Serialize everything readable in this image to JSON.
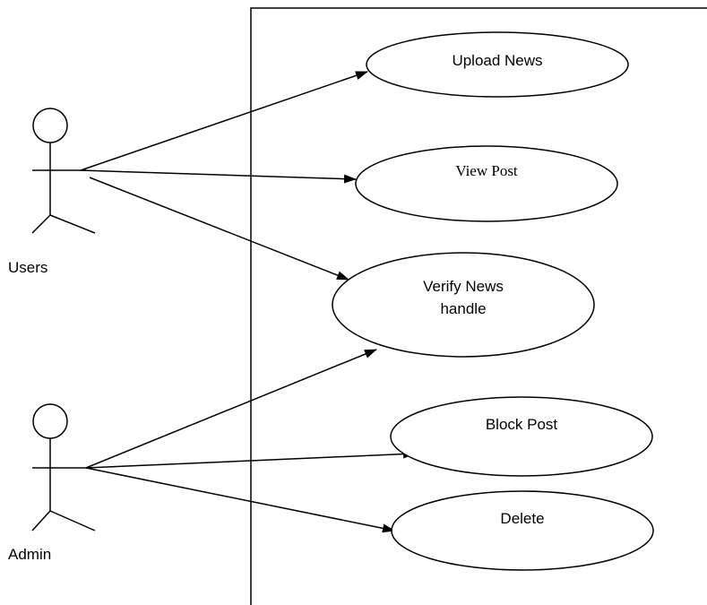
{
  "actors": [
    {
      "id": "users",
      "label": "Users"
    },
    {
      "id": "admin",
      "label": "Admin"
    }
  ],
  "use_cases": [
    {
      "id": "upload",
      "lines": [
        "Upload News"
      ]
    },
    {
      "id": "view",
      "lines": [
        "View Post"
      ]
    },
    {
      "id": "verify",
      "lines": [
        "Verify News",
        "handle"
      ]
    },
    {
      "id": "block",
      "lines": [
        "Block Post"
      ]
    },
    {
      "id": "delete",
      "lines": [
        "Delete"
      ]
    }
  ]
}
